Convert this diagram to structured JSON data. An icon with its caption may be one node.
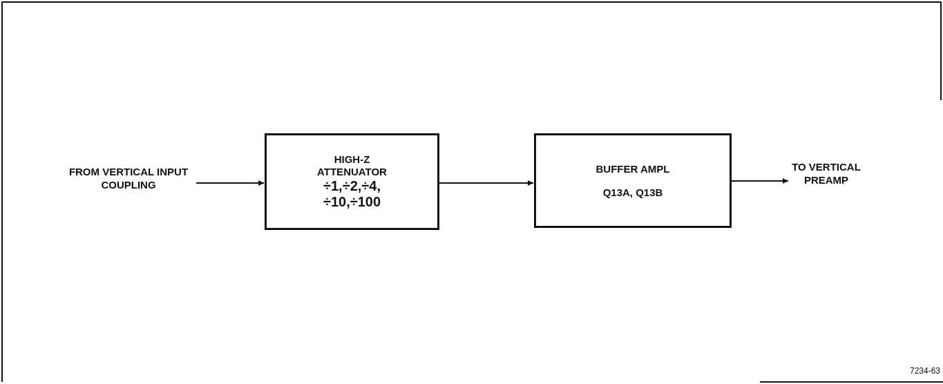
{
  "diagram": {
    "nodes": [
      {
        "text": [
          "FROM VERTICAL INPUT COUPLING"
        ]
      },
      {
        "text": [
          "HIGH-Z ATTENUATOR",
          "÷1,÷2,÷4, ÷10,÷100"
        ]
      },
      {
        "text": [
          "BUFFER AMPL",
          "Q13A, Q13B"
        ]
      },
      {
        "text": [
          "TO VERTICAL PREAMP"
        ]
      }
    ],
    "edges": [
      {
        "from": 0,
        "to": 1,
        "arrow": "to"
      },
      {
        "from": 1,
        "to": 2,
        "arrow": "to"
      },
      {
        "from": 2,
        "to": 3,
        "arrow": "to"
      }
    ],
    "labels": [
      "7234-63"
    ]
  }
}
